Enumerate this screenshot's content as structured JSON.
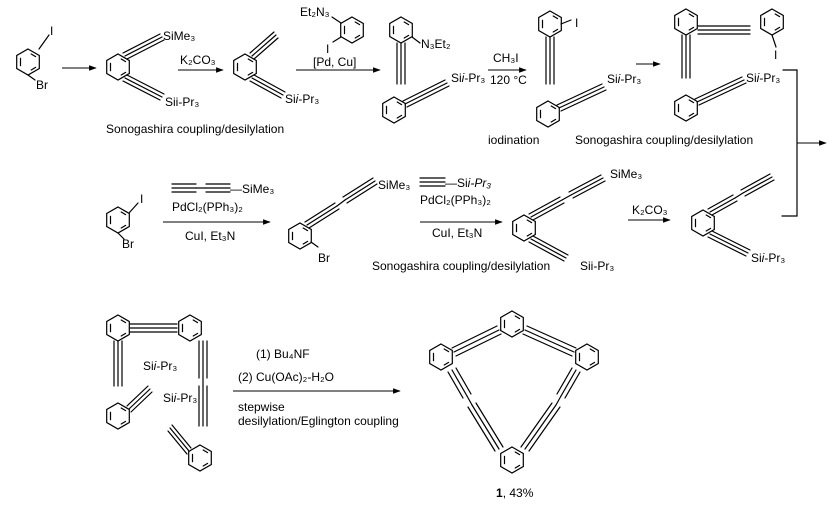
{
  "substituents": {
    "iodo": "I",
    "bromo": "Br",
    "tms": "SiMe₃",
    "tips_italic": "Si",
    "tips_i": "i",
    "tips_pr": "-Pr₃",
    "tips_typo": "Sii-Pr₃",
    "triazene": "N₃Et₂",
    "triazene_reagent": "Et₂N₃",
    "diyne_tms": "—SiMe₃",
    "tms_alkyne": "—Si",
    "ipr3": "i-Pr₃"
  },
  "reagents": {
    "k2co3_a": "K₂CO₃",
    "pd_cu": "[Pd, Cu]",
    "ch3i": "CH₃I",
    "temp": "120 °C",
    "pdcl2": "PdCl₂(PPh₃)₂",
    "cui_a": "CuI, Et₃N",
    "pdcl2_b": "PdCl₂(PPh₃)₂",
    "cui_b": "CuI, Et₃N",
    "k2co3_b": "K₂CO₃",
    "bu4nf": "(1) Bu₄NF",
    "cuoac": "(2) Cu(OAc)₂-H₂O"
  },
  "captions": {
    "sono_1": "Sonogashira coupling/desilylation",
    "iodination": "iodination",
    "sono_2": "Sonogashira coupling/desilylation",
    "sono_3": "Sonogashira coupling/desilylation",
    "stepwise": "stepwise",
    "eglinton": "desilylation/Eglington coupling"
  },
  "product": {
    "number": "1",
    "yield": ", 43%"
  }
}
